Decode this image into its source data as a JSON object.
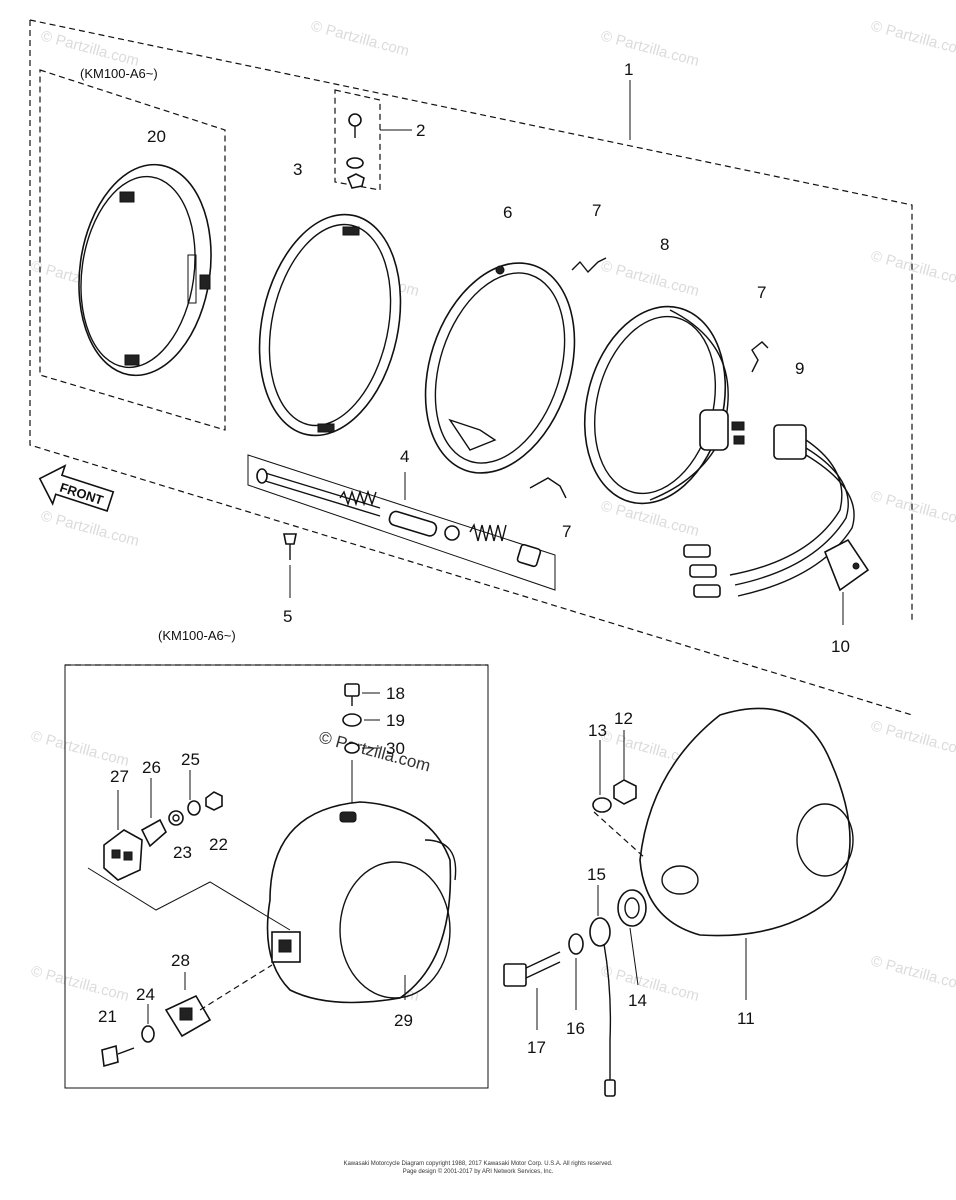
{
  "watermark": "© Partzilla.com",
  "variant_notes": {
    "upper": "(KM100-A6~)",
    "lower": "(KM100-A6~)"
  },
  "front_label": "FRONT",
  "callouts": {
    "c1": "1",
    "c2": "2",
    "c3": "3",
    "c4": "4",
    "c5": "5",
    "c6": "6",
    "c7a": "7",
    "c7b": "7",
    "c7c": "7",
    "c8": "8",
    "c9": "9",
    "c10": "10",
    "c11": "11",
    "c12": "12",
    "c13": "13",
    "c14": "14",
    "c15": "15",
    "c16": "16",
    "c17": "17",
    "c18": "18",
    "c19": "19",
    "c20": "20",
    "c21": "21",
    "c22": "22",
    "c23": "23",
    "c24": "24",
    "c25": "25",
    "c26": "26",
    "c27": "27",
    "c28": "28",
    "c29": "29",
    "c30": "30"
  },
  "copyright": {
    "line1": "Kawasaki Motorcycle Diagram copyright 1988, 2017 Kawasaki Motor Corp. U.S.A. All rights reserved.",
    "line2": "Page design © 2001-2017 by ARI Network Services, Inc."
  }
}
